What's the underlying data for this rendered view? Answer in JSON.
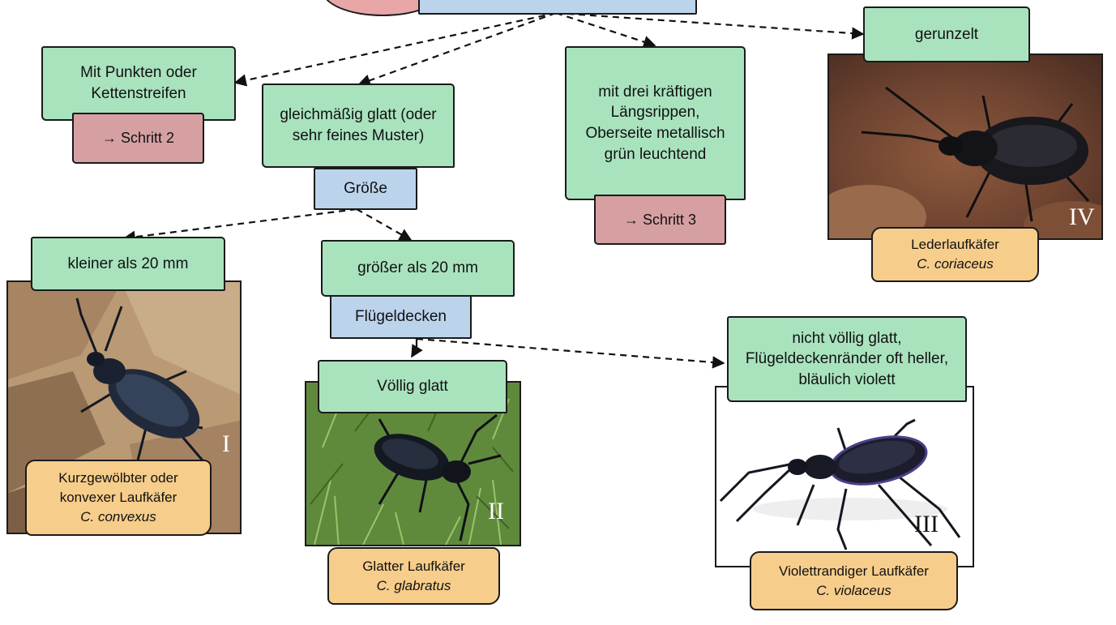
{
  "nodes": {
    "punkte": "Mit Punkten oder Kettenstreifen",
    "schritt2": "→ Schritt 2",
    "glatt": "gleichmäßig glatt (oder sehr feines Muster)",
    "groesse": "Größe",
    "rippen": "mit drei kräftigen Längsrippen, Oberseite metallisch grün leuchtend",
    "schritt3": "→ Schritt 3",
    "gerunzelt": "gerunzelt",
    "kleiner": "kleiner als 20 mm",
    "groesser": "größer als 20 mm",
    "fluegeldecken": "Flügeldecken",
    "voellig_glatt": "Völlig glatt",
    "nicht_glatt": "nicht völlig glatt, Flügeldeckenränder oft heller, bläulich violett"
  },
  "species": [
    {
      "numeral": "I",
      "name": "Kurzgewölbter oder konvexer Laufkäfer",
      "latin": "C. convexus"
    },
    {
      "numeral": "II",
      "name": "Glatter Laufkäfer",
      "latin": "C. glabratus"
    },
    {
      "numeral": "III",
      "name": "Violettrandiger Laufkäfer",
      "latin": "C. violaceus"
    },
    {
      "numeral": "IV",
      "name": "Lederlaufkäfer",
      "latin": "C. coriaceus"
    }
  ],
  "colors": {
    "green": "#a9e3be",
    "blue": "#bcd3ec",
    "red": "#d6a0a3",
    "peach": "#f6cd8b"
  }
}
